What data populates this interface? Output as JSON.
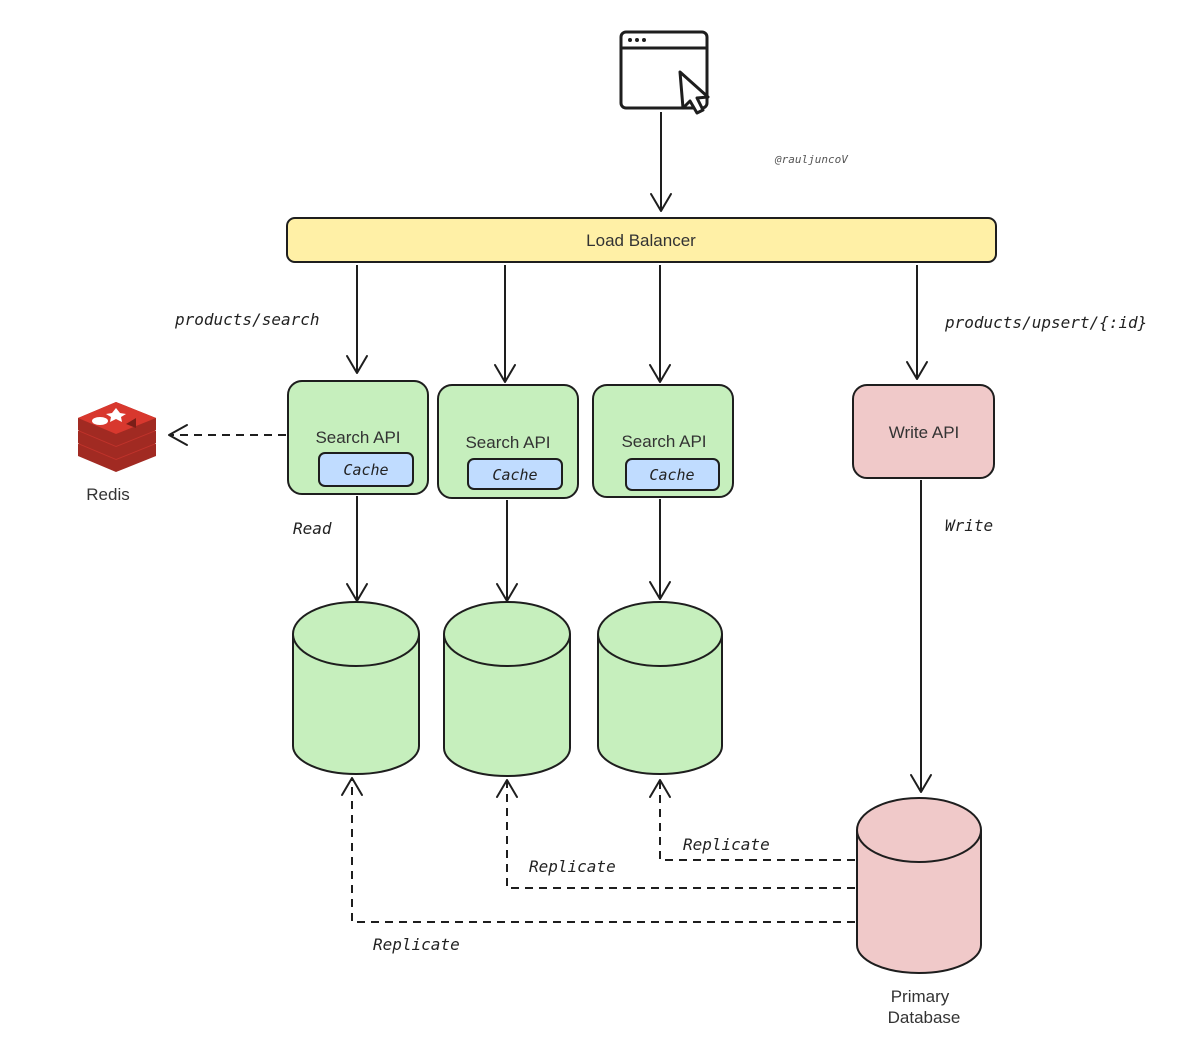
{
  "watermark": "@rauljuncoV",
  "load_balancer": {
    "label": "Load Balancer",
    "fill": "#fff0a6"
  },
  "routes": {
    "search": "products/search",
    "upsert": "products/upsert/{:id}"
  },
  "search_apis": [
    {
      "label": "Search API",
      "cache_label": "Cache"
    },
    {
      "label": "Search API",
      "cache_label": "Cache"
    },
    {
      "label": "Search API",
      "cache_label": "Cache"
    }
  ],
  "write_api": {
    "label": "Write API"
  },
  "edges": {
    "read": "Read",
    "write": "Write",
    "replicate": "Replicate"
  },
  "redis": {
    "label": "Redis"
  },
  "primary_database": {
    "label_line1": "Primary",
    "label_line2": "Database"
  },
  "colors": {
    "green": "#c6efbd",
    "pink": "#f0c9c9",
    "cache_blue": "#c0dcff",
    "redis_red": "#c0332b",
    "stroke": "#1e1e1e"
  },
  "icons": {
    "client": "browser-window-cursor-icon",
    "redis": "redis-stack-icon"
  }
}
